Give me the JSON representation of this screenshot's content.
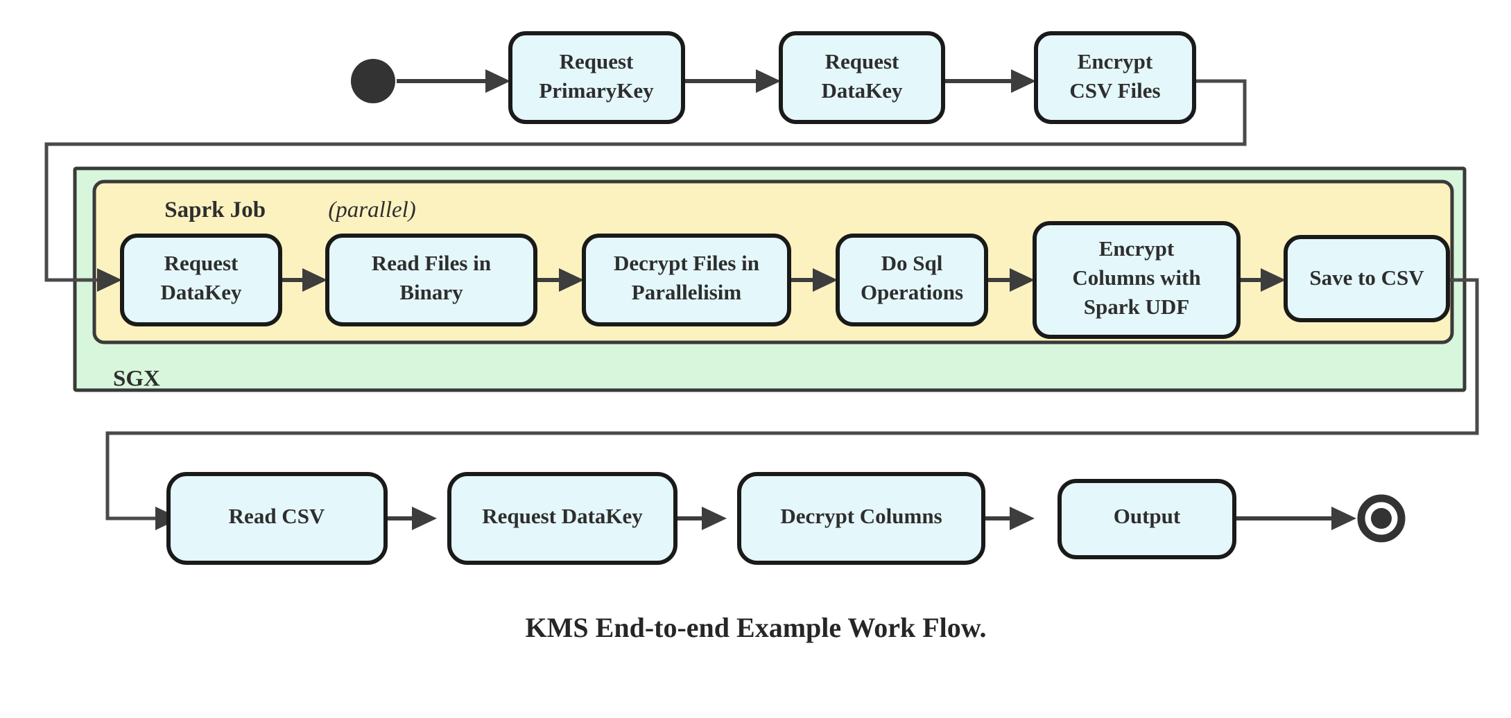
{
  "caption": "KMS End-to-end Example Work Flow.",
  "colors": {
    "node_fill": "#e4f7fb",
    "node_stroke": "#1a1a1a",
    "sgx_fill": "#d8f6dc",
    "spark_fill": "#fcf2c0",
    "line": "#3d3d3d",
    "text": "#2e2e2e",
    "background": "#ffffff"
  },
  "groups": {
    "sgx": {
      "label": "SGX"
    },
    "spark": {
      "label_bold": "Saprk Job",
      "label_italic": "(parallel)"
    }
  },
  "markers": {
    "start": "start-node",
    "end": "end-node"
  },
  "rows": {
    "top": {
      "nodes": [
        {
          "id": "request-primarykey",
          "lines": [
            "Request",
            "PrimaryKey"
          ]
        },
        {
          "id": "request-datakey-top",
          "lines": [
            "Request",
            "DataKey"
          ]
        },
        {
          "id": "encrypt-csv-files",
          "lines": [
            "Encrypt",
            "CSV Files"
          ]
        }
      ]
    },
    "spark": {
      "nodes": [
        {
          "id": "request-datakey-spark",
          "lines": [
            "Request",
            "DataKey"
          ]
        },
        {
          "id": "read-files-in-binary",
          "lines": [
            "Read Files in",
            "Binary"
          ]
        },
        {
          "id": "decrypt-files-in-parallelisim",
          "lines": [
            "Decrypt Files in",
            "Parallelisim"
          ]
        },
        {
          "id": "do-sql-operations",
          "lines": [
            "Do Sql",
            "Operations"
          ]
        },
        {
          "id": "encrypt-columns-with-spark-udf",
          "lines": [
            "Encrypt",
            "Columns with",
            "Spark UDF"
          ]
        },
        {
          "id": "save-to-csv",
          "lines": [
            "Save to CSV"
          ]
        }
      ]
    },
    "bottom": {
      "nodes": [
        {
          "id": "read-csv",
          "lines": [
            "Read CSV"
          ]
        },
        {
          "id": "request-datakey-bottom",
          "lines": [
            "Request DataKey"
          ]
        },
        {
          "id": "decrypt-columns",
          "lines": [
            "Decrypt Columns"
          ]
        },
        {
          "id": "output",
          "lines": [
            "Output"
          ]
        }
      ]
    }
  },
  "flow_sequence": [
    "start-node",
    "Request PrimaryKey",
    "Request DataKey",
    "Encrypt CSV Files",
    "Request DataKey",
    "Read Files in Binary",
    "Decrypt Files in Parallelisim",
    "Do Sql Operations",
    "Encrypt Columns with Spark UDF",
    "Save to CSV",
    "Read CSV",
    "Request DataKey",
    "Decrypt Columns",
    "Output",
    "end-node"
  ]
}
